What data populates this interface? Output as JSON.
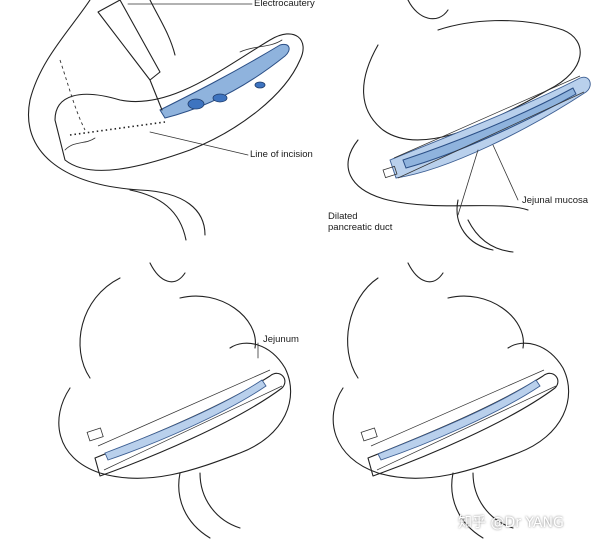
{
  "figure": {
    "panels": [
      {
        "id": "top-left",
        "labels": {
          "electrocautery": "Electrocautery",
          "line_of_incision": "Line of incision"
        }
      },
      {
        "id": "top-right",
        "labels": {
          "jejunal_mucosa": "Jejunal mucosa",
          "dilated_duct_line1": "Dilated",
          "dilated_duct_line2": "pancreatic duct"
        }
      },
      {
        "id": "bottom-left",
        "labels": {
          "jejunum": "Jejunum"
        }
      },
      {
        "id": "bottom-right",
        "labels": {}
      }
    ],
    "watermark": "知乎 @Dr YANG",
    "colors": {
      "duct_fill": "#8fb3dd",
      "duct_dark": "#3e74c0",
      "line": "#222222",
      "paper_edge": "#dcdcdc"
    }
  }
}
